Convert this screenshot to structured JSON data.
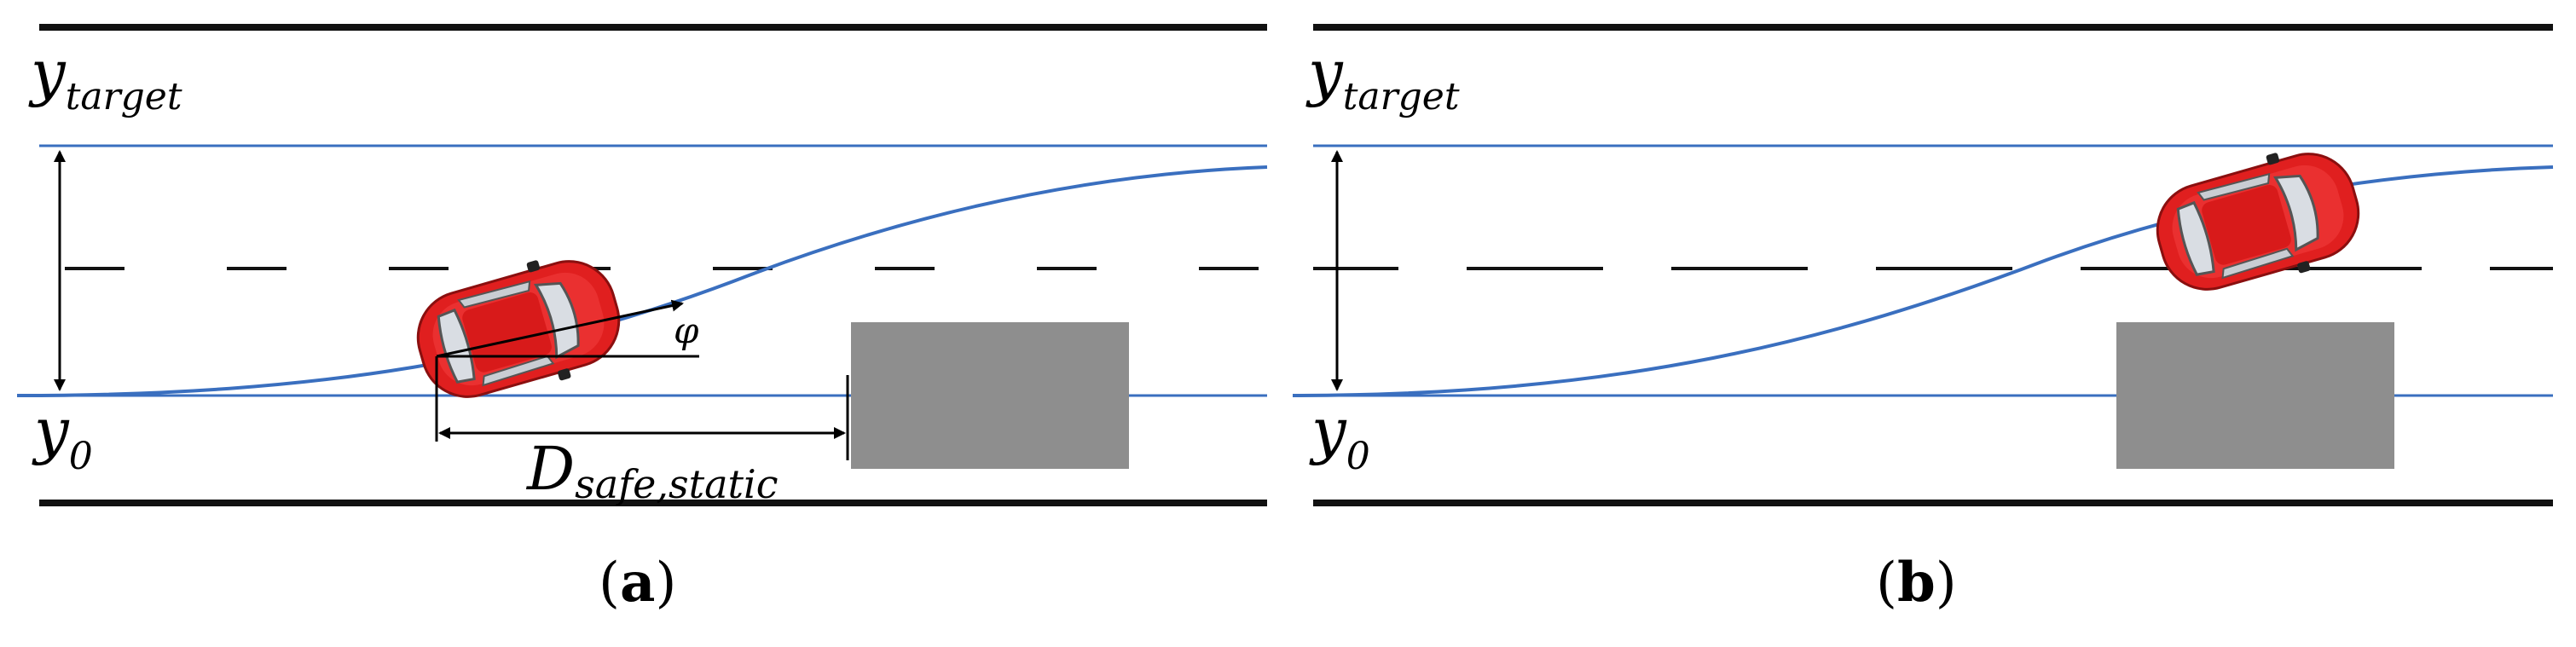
{
  "panel_a": {
    "y_target_base": "y",
    "y_target_sub": "target",
    "y0_base": "y",
    "y0_sub": "0",
    "phi_label": "φ",
    "dsafe_base": "D",
    "dsafe_sub": "safe,static",
    "caption_open": "(",
    "caption_letter": "a",
    "caption_close": ")"
  },
  "panel_b": {
    "y_target_base": "y",
    "y_target_sub": "target",
    "y0_base": "y",
    "y0_sub": "0",
    "caption_open": "(",
    "caption_letter": "b",
    "caption_close": ")"
  },
  "colors": {
    "road_edge": "#111111",
    "trajectory": "#3a6fbf",
    "obstacle": "#8e8e8e",
    "car_body": "#e01f1f",
    "car_window": "#d9dde3"
  }
}
